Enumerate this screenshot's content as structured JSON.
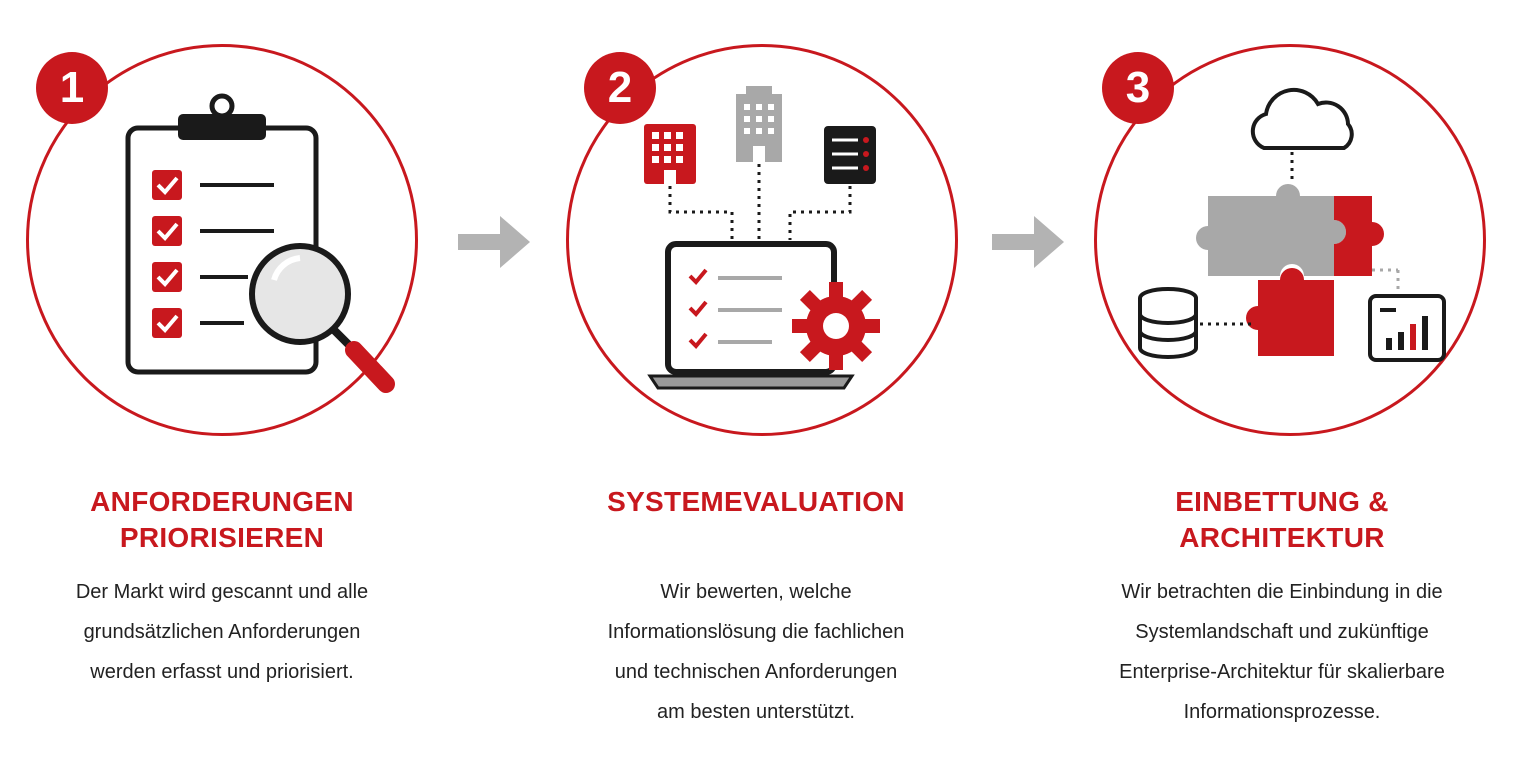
{
  "steps": [
    {
      "number": "1",
      "title_lines": [
        "ANFORDERUNGEN",
        "PRIORISIEREN"
      ],
      "desc_lines": [
        "Der Markt wird gescannt und alle",
        "grundsätzlichen Anforderungen",
        "werden erfasst und priorisiert."
      ],
      "icon": "clipboard-magnifier-icon"
    },
    {
      "number": "2",
      "title_lines": [
        "SYSTEMEVALUATION"
      ],
      "desc_lines": [
        "Wir bewerten, welche",
        "Informationslösung die fachlichen",
        "und technischen Anforderungen",
        "am besten unterstützt."
      ],
      "icon": "laptop-gear-icon"
    },
    {
      "number": "3",
      "title_lines": [
        "EINBETTUNG &",
        "ARCHITEKTUR"
      ],
      "desc_lines": [
        "Wir betrachten die Einbindung in die",
        "Systemlandschaft und zukünftige",
        "Enterprise-Architektur für skalierbare",
        "Informationsprozesse."
      ],
      "icon": "puzzle-architecture-icon"
    }
  ],
  "colors": {
    "accent": "#c8181e",
    "gray": "#a0a0a0",
    "dark": "#1a1a1a"
  }
}
